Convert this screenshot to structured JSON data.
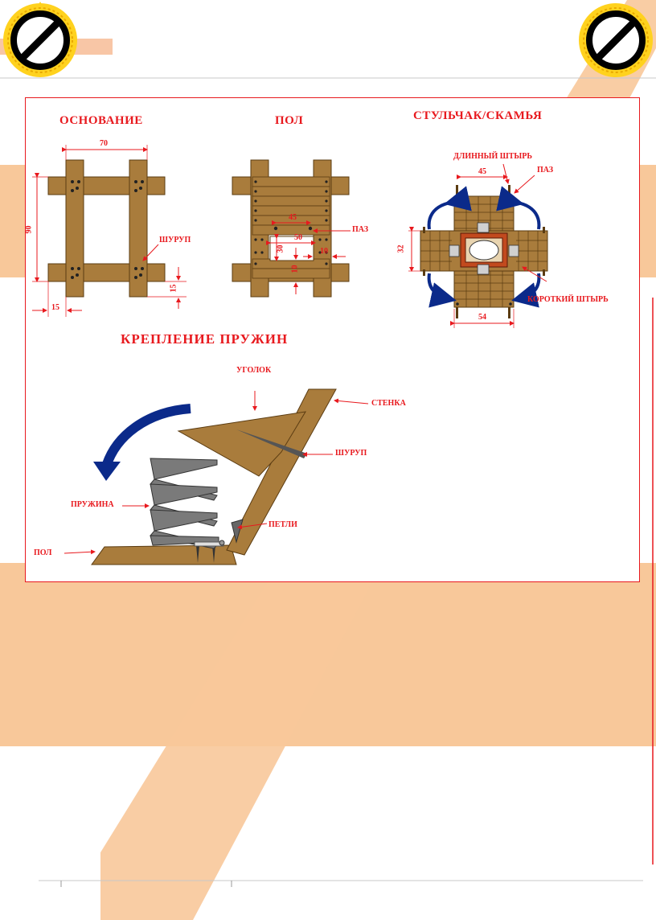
{
  "sections": {
    "base_title": "ОСНОВАНИЕ",
    "floor_title": "ПОЛ",
    "seat_title": "СТУЛЬЧАК/СКАМЬЯ",
    "spring_title": "КРЕПЛЕНИЕ ПРУЖИН"
  },
  "base": {
    "dim_width": "70",
    "dim_height": "90",
    "dim_overhang": "15",
    "dim_end": "15",
    "screw_label": "ШУРУП"
  },
  "floor": {
    "dim_45": "45",
    "dim_50": "50",
    "dim_30": "30",
    "dim_10a": "10",
    "dim_10b": "10",
    "groove_label": "ПАЗ"
  },
  "seat": {
    "long_pin_label": "ДЛИННЫЙ ШТЫРЬ",
    "groove_label": "ПАЗ",
    "dim_45": "45",
    "dim_32": "32",
    "dim_54": "54",
    "short_pin_label": "КОРОТКИЙ ШТЫРЬ"
  },
  "spring_mount": {
    "corner_label": "УГОЛОК",
    "wall_label": "СТЕНКА",
    "screw_label": "ШУРУП",
    "spring_label": "ПРУЖИНА",
    "hinges_label": "ПЕТЛИ",
    "floor_label": "ПОЛ"
  },
  "colors": {
    "accent_red": "#e8191e",
    "wood": "#a97c3c",
    "wood_dark": "#7a5320",
    "band_peach": "#f8c89a",
    "arrow_blue": "#0b2a8a"
  },
  "icons": [
    "prohibition-sign-icon",
    "prohibition-sign-icon"
  ]
}
